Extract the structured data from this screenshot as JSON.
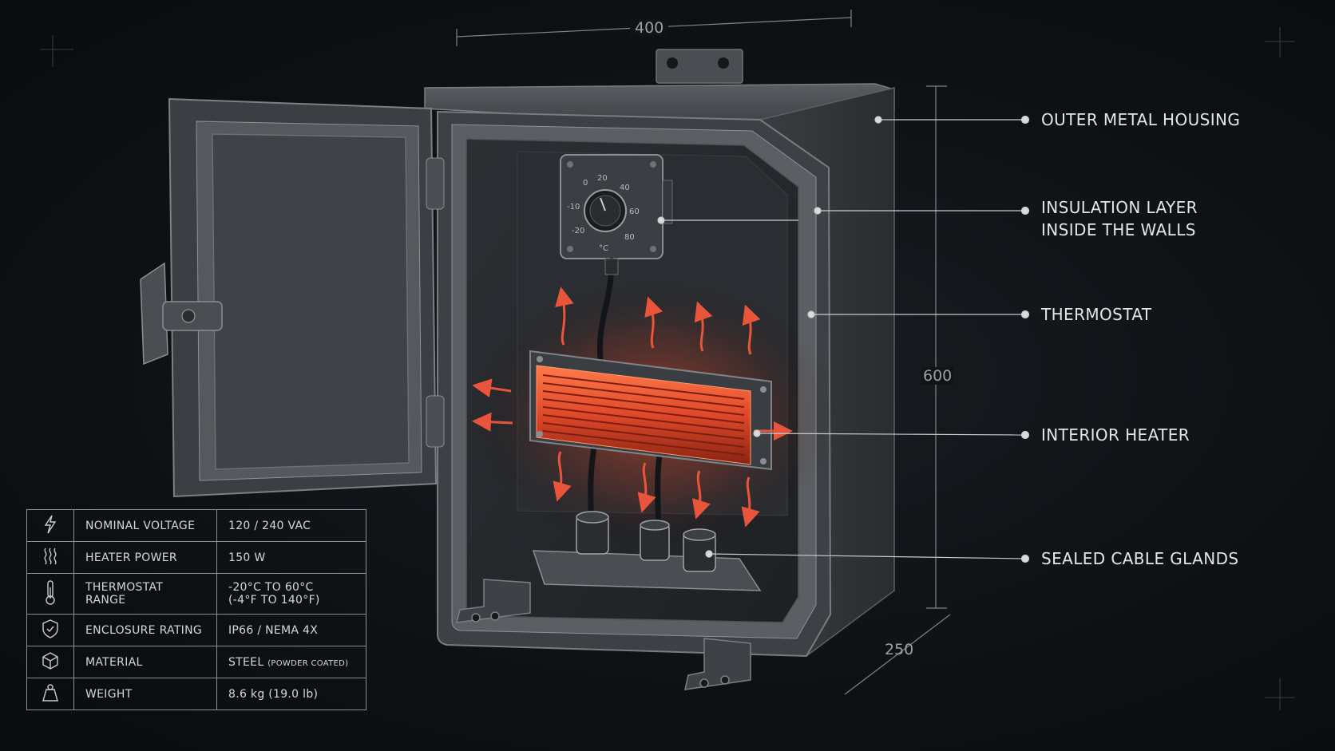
{
  "dimensions": {
    "width": "400",
    "height": "600",
    "depth": "250"
  },
  "callouts": [
    {
      "id": "housing",
      "label": "OUTER METAL HOUSING"
    },
    {
      "id": "insulation",
      "label_line1": "INSULATION LAYER",
      "label_line2": "INSIDE THE WALLS"
    },
    {
      "id": "thermostat",
      "label": "THERMOSTAT"
    },
    {
      "id": "heater",
      "label": "INTERIOR HEATER"
    },
    {
      "id": "glands",
      "label": "SEALED CABLE GLANDS"
    }
  ],
  "thermostat_dial": {
    "ticks": [
      "0",
      "20",
      "40",
      "-10",
      "60",
      "-20",
      "80"
    ],
    "unit": "°C"
  },
  "specs": [
    {
      "icon": "lightning-icon",
      "label": "NOMINAL VOLTAGE",
      "value": "120 / 240 VAC"
    },
    {
      "icon": "heat-waves-icon",
      "label": "HEATER POWER",
      "value": "150 W"
    },
    {
      "icon": "thermometer-icon",
      "label": "THERMOSTAT RANGE",
      "value_line1": "-20°C TO 60°C",
      "value_line2": "(-4°F TO 140°F)"
    },
    {
      "icon": "shield-icon",
      "label": "ENCLOSURE RATING",
      "value": "IP66 / NEMA 4X"
    },
    {
      "icon": "cube-icon",
      "label": "MATERIAL",
      "value": "STEEL",
      "value_note": "(POWDER COATED)"
    },
    {
      "icon": "weight-icon",
      "label": "WEIGHT",
      "value": "8.6 kg (19.0 lb)"
    }
  ],
  "colors": {
    "background": "#0d0f12",
    "heat_accent": "#e8553a",
    "line": "#c8ccd0"
  }
}
